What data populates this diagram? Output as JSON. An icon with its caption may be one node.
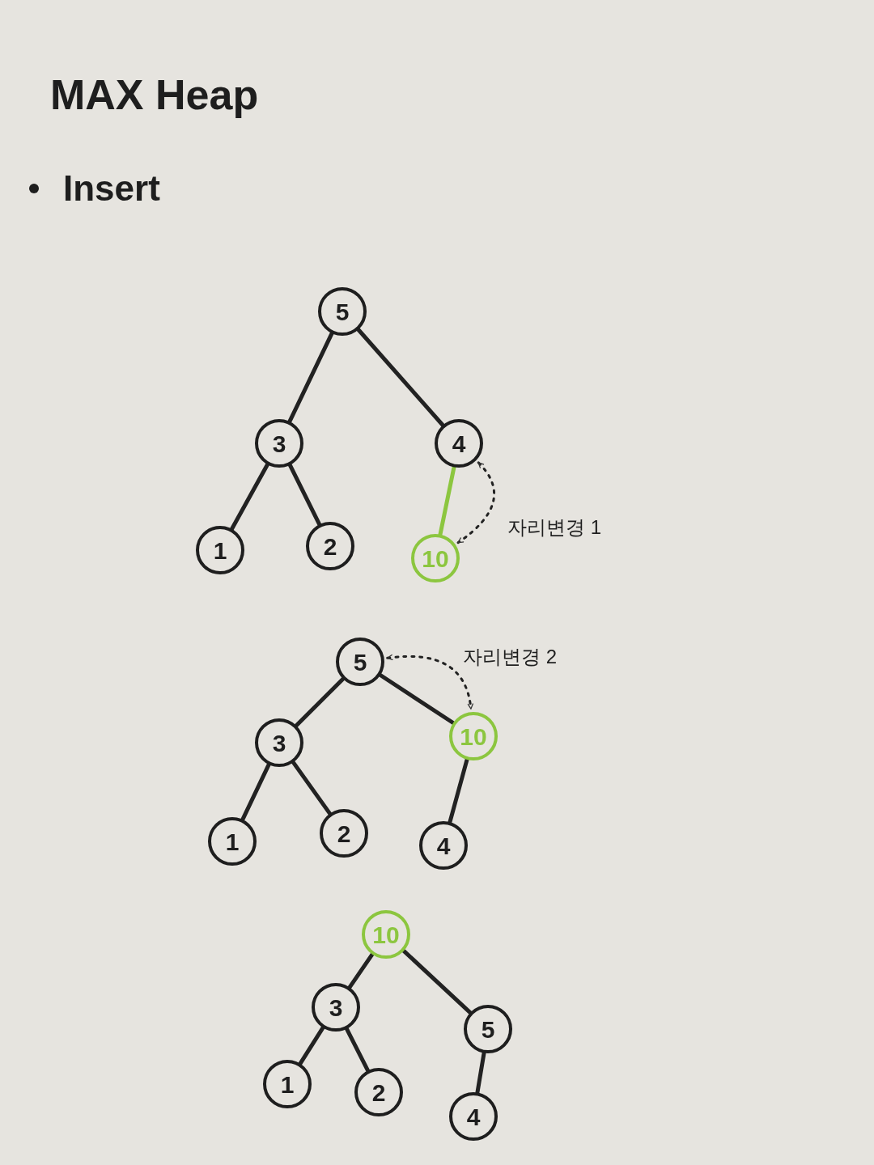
{
  "diagram": {
    "title": "MAX Heap",
    "nodes": [
      {
        "text": [
          "5"
        ]
      },
      {
        "text": [
          "3"
        ]
      },
      {
        "text": [
          "4"
        ]
      },
      {
        "text": [
          "1"
        ]
      },
      {
        "text": [
          "2"
        ]
      },
      {
        "text": [
          "10"
        ]
      },
      {
        "text": [
          "5"
        ]
      },
      {
        "text": [
          "3"
        ]
      },
      {
        "text": [
          "10"
        ]
      },
      {
        "text": [
          "1"
        ]
      },
      {
        "text": [
          "2"
        ]
      },
      {
        "text": [
          "4"
        ]
      },
      {
        "text": [
          "10"
        ]
      },
      {
        "text": [
          "3"
        ]
      },
      {
        "text": [
          "5"
        ]
      },
      {
        "text": [
          "1"
        ]
      },
      {
        "text": [
          "2"
        ]
      },
      {
        "text": [
          "4"
        ]
      }
    ],
    "edges": [
      {
        "from": 0,
        "to": 1,
        "arrow": "none"
      },
      {
        "from": 0,
        "to": 2,
        "arrow": "none"
      },
      {
        "from": 1,
        "to": 3,
        "arrow": "none"
      },
      {
        "from": 1,
        "to": 4,
        "arrow": "none"
      },
      {
        "from": 2,
        "to": 5,
        "arrow": "none",
        "color": "#8cc63f"
      },
      {
        "from": 2,
        "to": 5,
        "arrow": "both",
        "style": "dashed",
        "label": "자리변경 1"
      },
      {
        "from": 6,
        "to": 7,
        "arrow": "none"
      },
      {
        "from": 6,
        "to": 8,
        "arrow": "none"
      },
      {
        "from": 7,
        "to": 9,
        "arrow": "none"
      },
      {
        "from": 7,
        "to": 10,
        "arrow": "none"
      },
      {
        "from": 8,
        "to": 11,
        "arrow": "none"
      },
      {
        "from": 6,
        "to": 8,
        "arrow": "both",
        "style": "dashed",
        "label": "자리변경 2"
      },
      {
        "from": 12,
        "to": 13,
        "arrow": "none"
      },
      {
        "from": 12,
        "to": 14,
        "arrow": "none"
      },
      {
        "from": 13,
        "to": 15,
        "arrow": "none"
      },
      {
        "from": 13,
        "to": 16,
        "arrow": "none"
      },
      {
        "from": 14,
        "to": 17,
        "arrow": "none"
      }
    ],
    "labels": [
      "Insert"
    ]
  }
}
